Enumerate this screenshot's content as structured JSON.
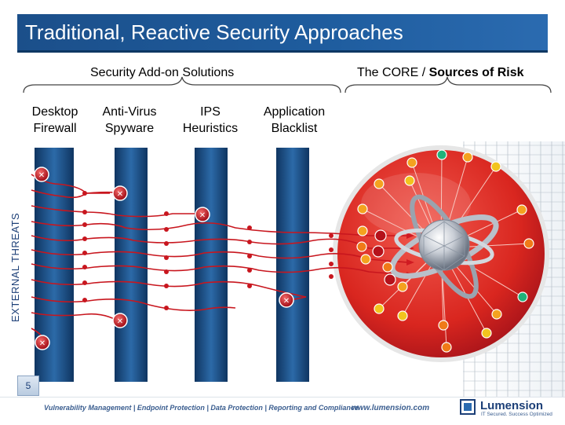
{
  "title": "Traditional, Reactive Security Approaches",
  "header_left": "Security Add-on Solutions",
  "header_right": {
    "prefix": "The CORE / ",
    "emphasis": "Sources of Risk"
  },
  "columns": [
    {
      "label": "Desktop\nFirewall"
    },
    {
      "label": "Anti-Virus\nSpyware"
    },
    {
      "label": "IPS\nHeuristics"
    },
    {
      "label": "Application\nBlacklist"
    }
  ],
  "side_label": "EXTERNAL THREATS",
  "footer": {
    "page_number": "5",
    "text": "Vulnerability Management | Endpoint Protection | Data Protection | Reporting and Compliance",
    "url": "www.lumension.com",
    "brand": "Lumension",
    "tagline": "IT Secured. Success Optimized"
  },
  "colors": {
    "title_bar": "#1f5d9f",
    "pillar": "#1a4a7c",
    "threat": "#c0141c",
    "core_sphere": "#e3262a"
  }
}
